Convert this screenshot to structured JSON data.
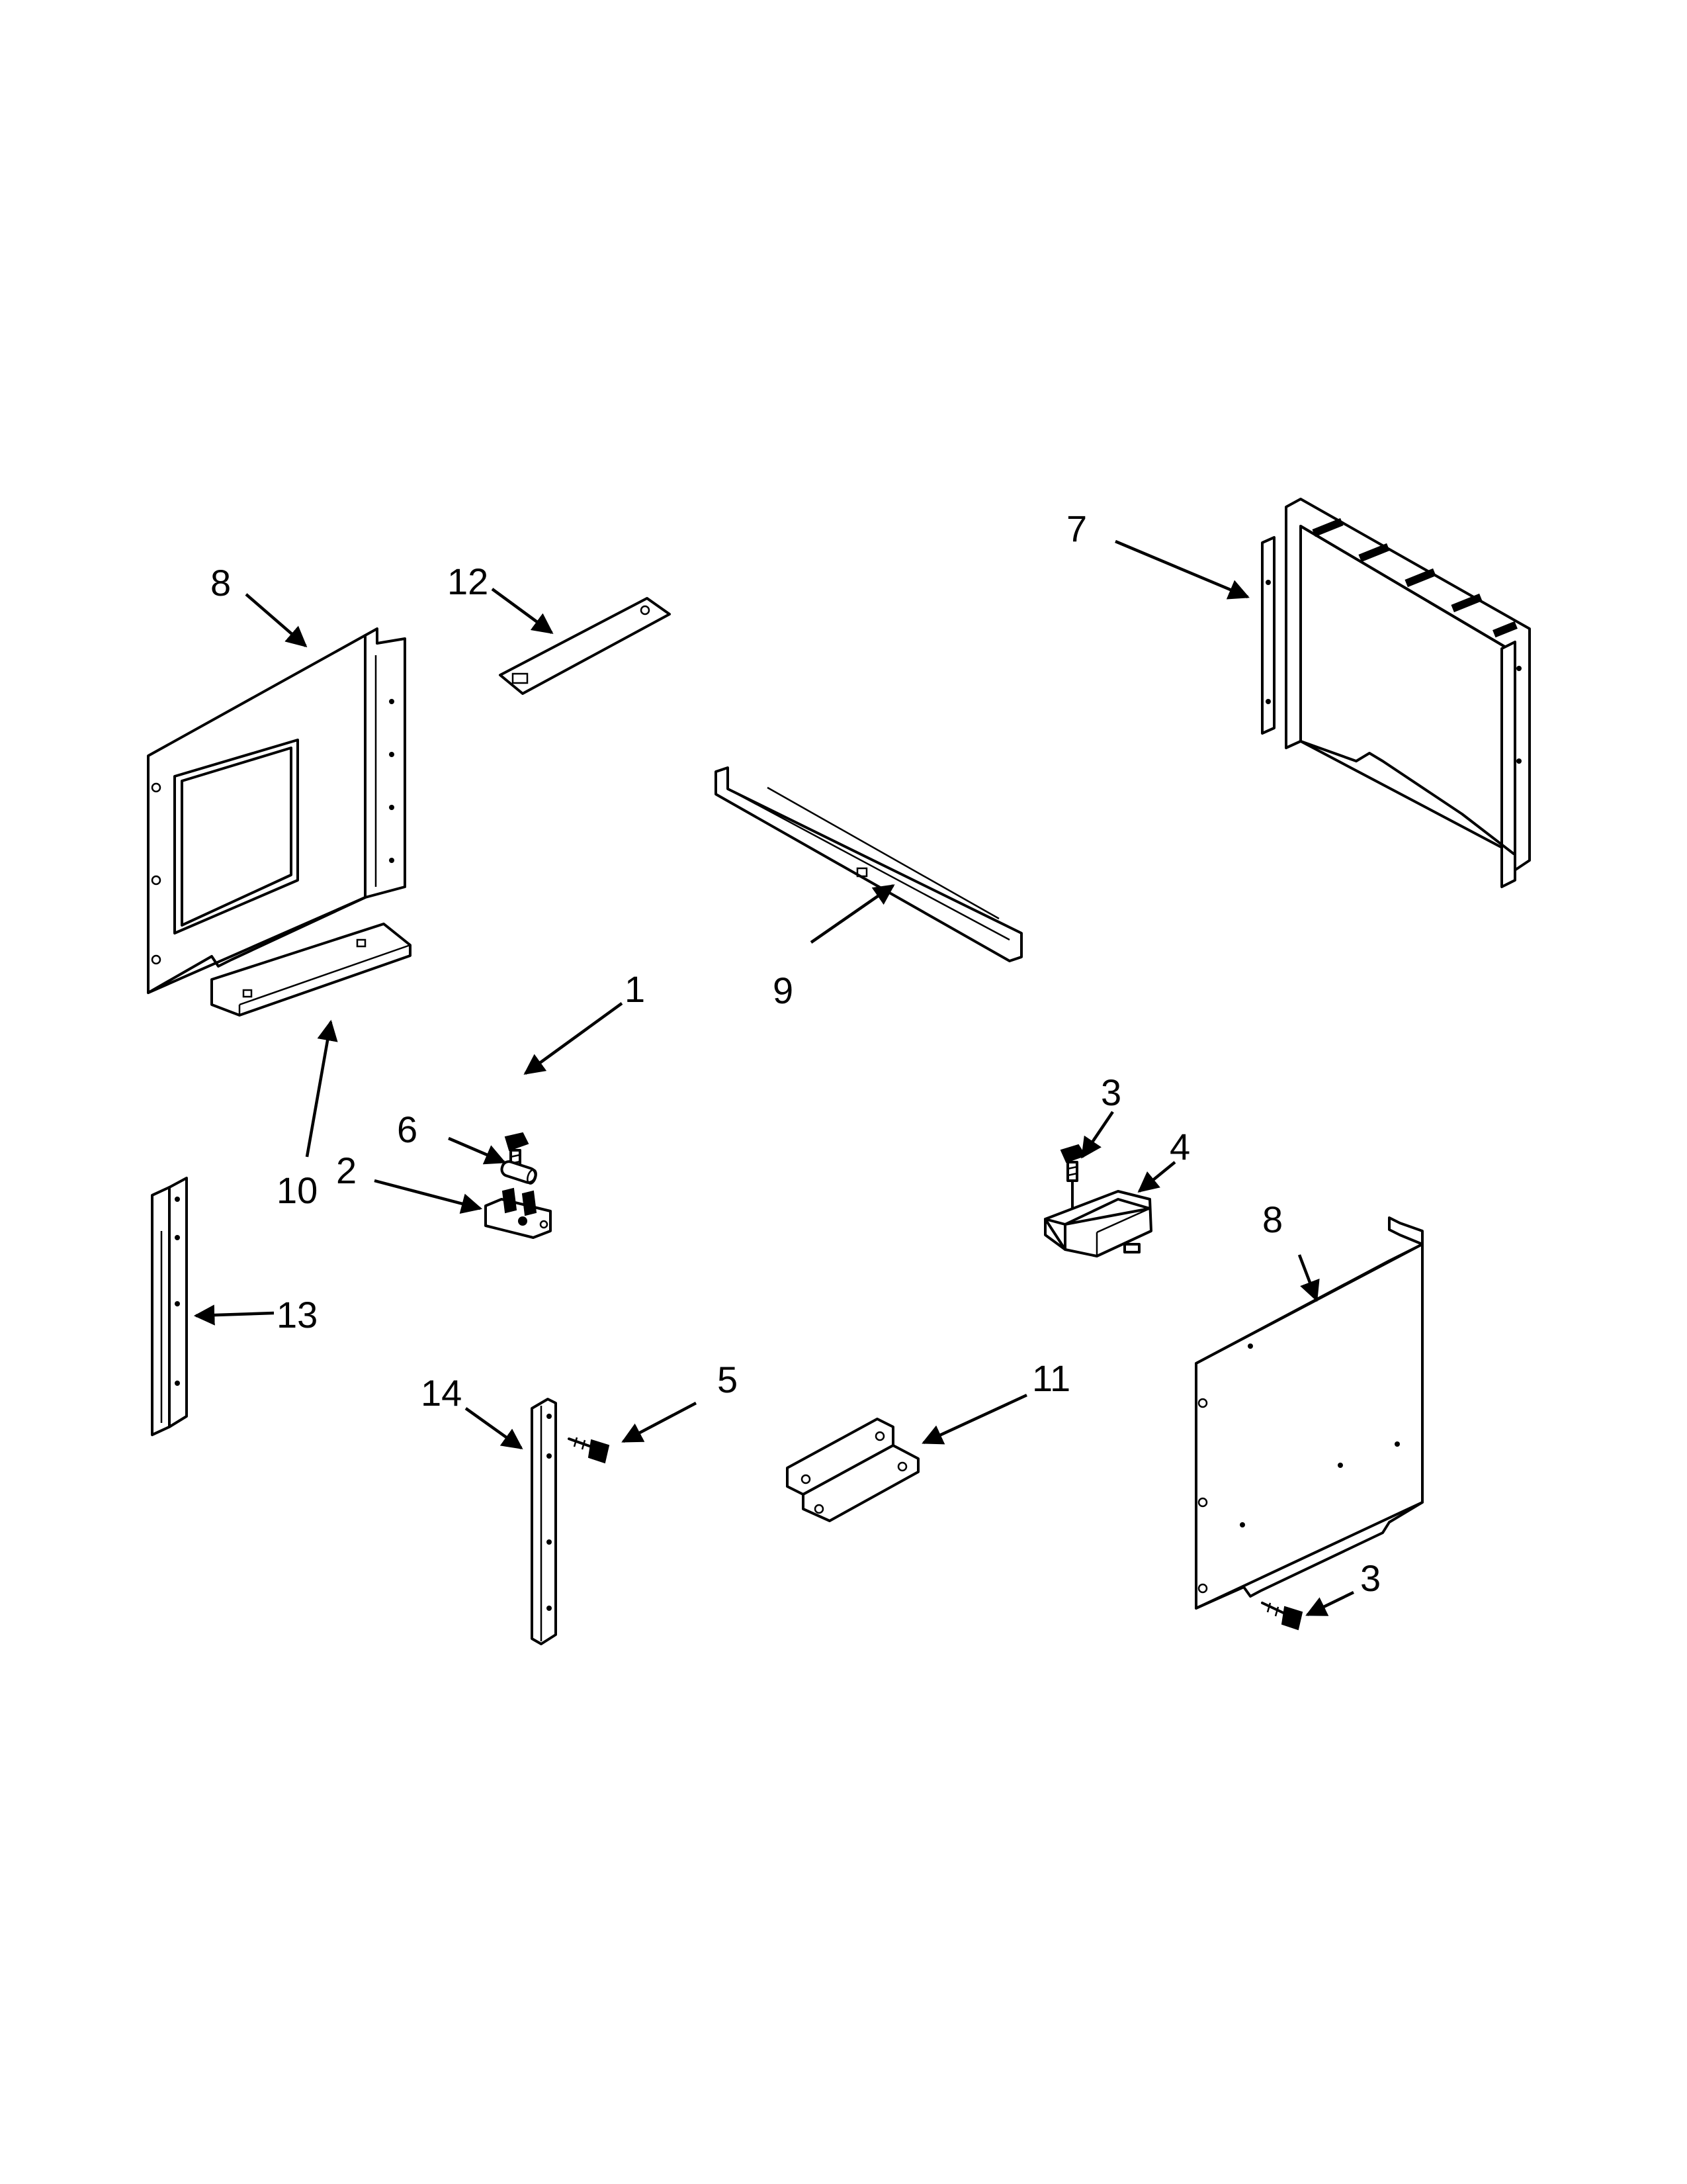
{
  "callouts": {
    "c1": "1",
    "c2": "2",
    "c3a": "3",
    "c3b": "3",
    "c4": "4",
    "c5": "5",
    "c6": "6",
    "c7": "7",
    "c8a": "8",
    "c8b": "8",
    "c9": "9",
    "c10": "10",
    "c11": "11",
    "c12": "12",
    "c13": "13",
    "c14": "14"
  }
}
